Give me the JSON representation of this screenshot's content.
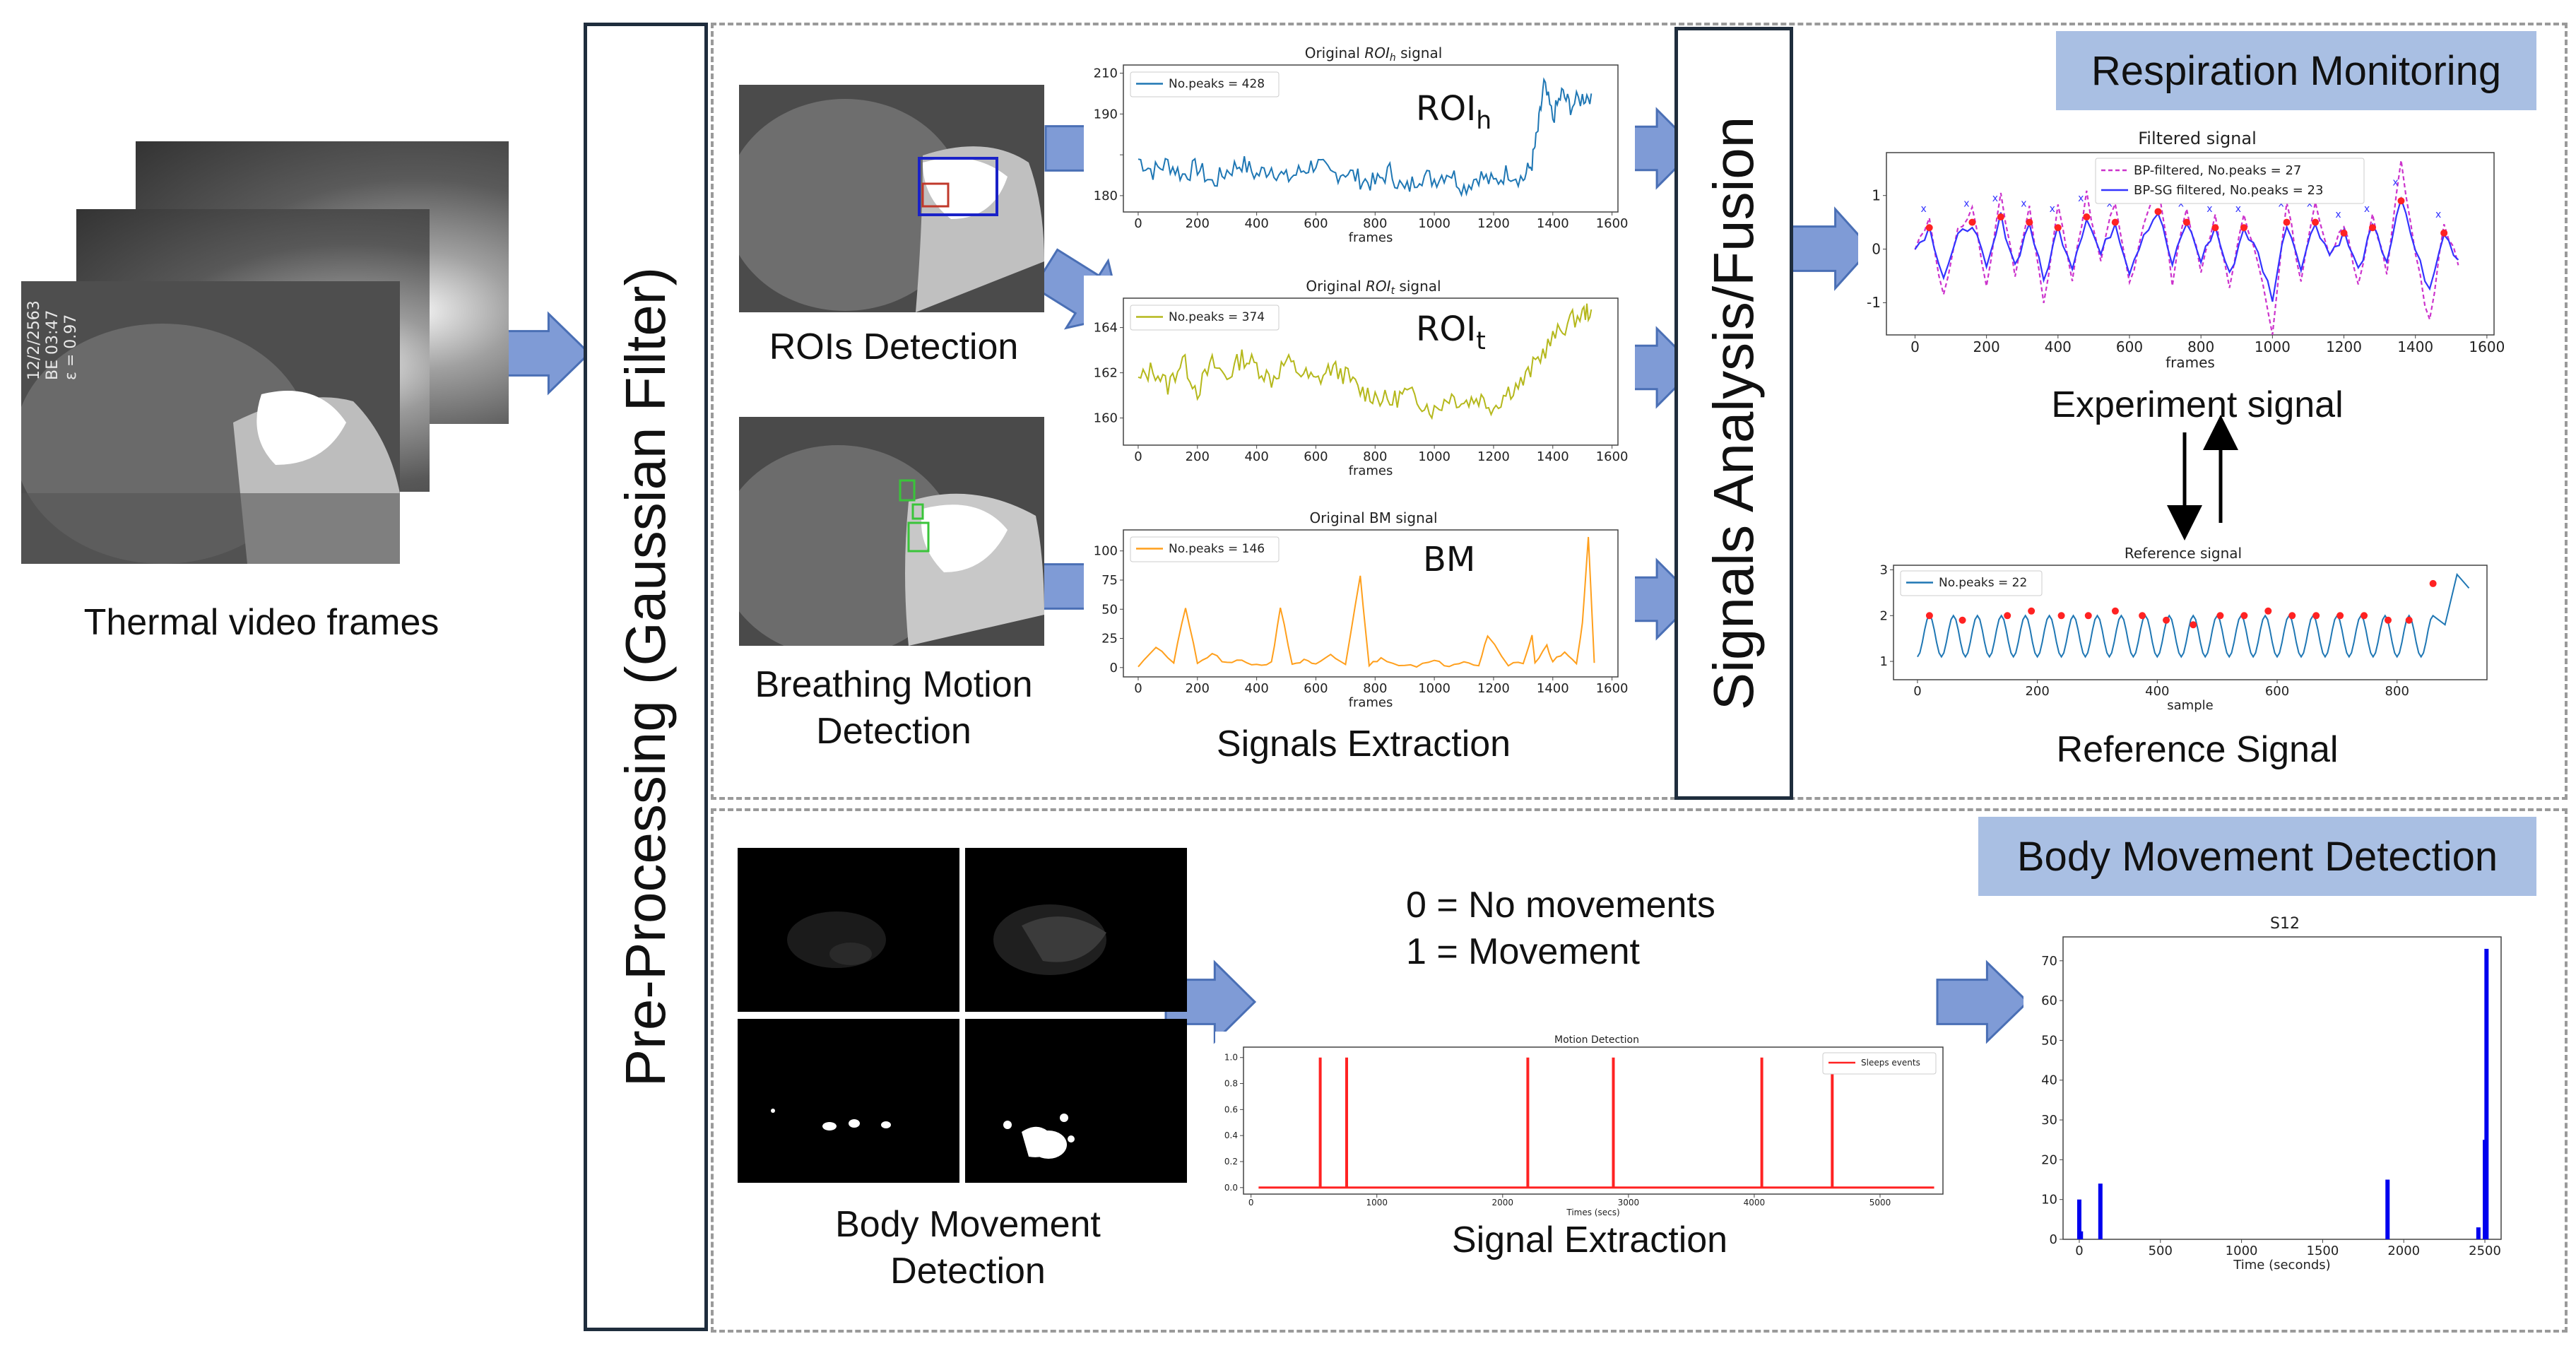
{
  "inputs": {
    "frames_label": "Thermal video frames",
    "stamp_lines": [
      "12/2/2563",
      "BE 03:47",
      "ε = 0.97"
    ]
  },
  "preprocessing": {
    "label": "Pre-Processing (Gaussian Filter)"
  },
  "fusion": {
    "label": "Signals Analysis/Fusion"
  },
  "respiration": {
    "banner": "Respiration Monitoring",
    "roi_detection_label": "ROIs Detection",
    "breathing_label_line1": "Breathing Motion",
    "breathing_label_line2": "Detection",
    "signals_extraction_label": "Signals Extraction",
    "experiment_label": "Experiment signal",
    "reference_label": "Reference Signal"
  },
  "body_movement": {
    "banner": "Body Movement Detection",
    "detection_label_line1": "Body Movement",
    "detection_label_line2": "Detection",
    "legend_line1": "0 = No movements",
    "legend_line2": "1 = Movement",
    "signal_extraction_label": "Signal Extraction"
  },
  "colors": {
    "arrow_fill": "#7f9bd6",
    "arrow_stroke": "#4a6fb5",
    "banner": "#a9bfe3",
    "roi_h_line": "#1f77b4",
    "roi_t_line": "#b5b81c",
    "bm_line": "#ff9f1c",
    "bp_filtered": "#cc33cc",
    "bp_sg": "#3333ff",
    "peak_marker": "#ff2222",
    "motion_line": "#ff2222",
    "s12_bar": "#0000ee"
  },
  "chart_data": [
    {
      "id": "roi_h",
      "type": "line",
      "title": "Original ROIh signal",
      "title_prefix": "Original ",
      "title_main": "ROI",
      "title_sub": "h",
      "title_suffix": " signal",
      "overlay_label_main": "ROI",
      "overlay_label_sub": "h",
      "legend": "No.peaks = 428",
      "xlabel": "frames",
      "xticks": [
        0,
        200,
        400,
        600,
        800,
        1000,
        1200,
        1400,
        1600
      ],
      "yticks": [
        180,
        190,
        200,
        210
      ],
      "ytick_labels": [
        "180",
        "",
        "190",
        "210"
      ],
      "xlim": [
        -50,
        1620
      ],
      "ylim": [
        176,
        212
      ],
      "x": [
        0,
        50,
        100,
        150,
        200,
        250,
        300,
        350,
        400,
        450,
        500,
        550,
        600,
        650,
        700,
        750,
        800,
        850,
        900,
        950,
        1000,
        1050,
        1100,
        1150,
        1200,
        1250,
        1300,
        1330,
        1350,
        1370,
        1400,
        1430,
        1460,
        1500,
        1530
      ],
      "y": [
        189,
        186,
        188,
        185,
        187,
        183,
        186,
        188,
        185,
        187,
        184,
        186,
        188,
        185,
        186,
        184,
        183,
        186,
        181,
        185,
        184,
        186,
        182,
        185,
        183,
        186,
        184,
        188,
        196,
        207,
        199,
        205,
        202,
        204,
        205
      ]
    },
    {
      "id": "roi_t",
      "type": "line",
      "title": "Original ROIt signal",
      "title_prefix": "Original ",
      "title_main": "ROI",
      "title_sub": "t",
      "title_suffix": " signal",
      "overlay_label_main": "ROI",
      "overlay_label_sub": "t",
      "legend": "No.peaks = 374",
      "xlabel": "frames",
      "xticks": [
        0,
        200,
        400,
        600,
        800,
        1000,
        1200,
        1400,
        1600
      ],
      "yticks": [
        160,
        162,
        164
      ],
      "xlim": [
        -50,
        1620
      ],
      "ylim": [
        158.8,
        165.3
      ],
      "x": [
        0,
        50,
        100,
        150,
        200,
        250,
        300,
        350,
        400,
        450,
        500,
        550,
        600,
        650,
        700,
        750,
        800,
        850,
        900,
        950,
        1000,
        1050,
        1100,
        1150,
        1200,
        1250,
        1300,
        1350,
        1400,
        1450,
        1500,
        1530
      ],
      "y": [
        161.6,
        162.2,
        161.4,
        162.6,
        161.2,
        162.4,
        161.8,
        162.7,
        162.3,
        161.7,
        162.5,
        162.0,
        161.6,
        162.2,
        161.9,
        161.2,
        161.0,
        160.7,
        161.1,
        160.8,
        160.3,
        161.0,
        160.7,
        160.9,
        160.5,
        161.2,
        161.6,
        162.6,
        163.5,
        164.2,
        164.6,
        164.8
      ]
    },
    {
      "id": "bm",
      "type": "line",
      "title": "Original BM signal",
      "overlay_label": "BM",
      "legend": "No.peaks = 146",
      "xlabel": "frames",
      "xticks": [
        0,
        200,
        400,
        600,
        800,
        1000,
        1200,
        1400,
        1600
      ],
      "yticks": [
        0,
        25,
        50,
        75,
        100
      ],
      "xlim": [
        -50,
        1620
      ],
      "ylim": [
        -8,
        118
      ],
      "x": [
        0,
        60,
        120,
        160,
        200,
        250,
        300,
        350,
        400,
        450,
        480,
        520,
        560,
        600,
        650,
        700,
        750,
        780,
        820,
        880,
        940,
        1000,
        1050,
        1100,
        1150,
        1180,
        1250,
        1300,
        1330,
        1340,
        1380,
        1400,
        1440,
        1480,
        1500,
        1520,
        1540
      ],
      "y": [
        2,
        18,
        4,
        52,
        3,
        12,
        3,
        6,
        2,
        4,
        52,
        3,
        6,
        2,
        10,
        3,
        78,
        2,
        8,
        3,
        2,
        5,
        2,
        6,
        2,
        28,
        3,
        4,
        28,
        3,
        18,
        6,
        12,
        3,
        38,
        112,
        4
      ]
    },
    {
      "id": "filtered",
      "type": "line",
      "title": "Filtered signal",
      "xlabel": "frames",
      "xticks": [
        0,
        200,
        400,
        600,
        800,
        1000,
        1200,
        1400,
        1600
      ],
      "yticks": [
        -1,
        0,
        1
      ],
      "xlim": [
        -80,
        1620
      ],
      "ylim": [
        -1.6,
        1.8
      ],
      "series": [
        {
          "name": "BP-filtered, No.peaks = 27",
          "style": "dashed",
          "x": [
            0,
            40,
            80,
            120,
            160,
            200,
            240,
            280,
            320,
            360,
            400,
            440,
            480,
            520,
            560,
            600,
            640,
            680,
            720,
            760,
            800,
            840,
            880,
            920,
            960,
            1000,
            1040,
            1080,
            1120,
            1160,
            1200,
            1240,
            1280,
            1320,
            1360,
            1400,
            1440,
            1480,
            1520
          ],
          "y": [
            0,
            0.6,
            -0.9,
            0.3,
            0.8,
            -0.7,
            1.0,
            -0.5,
            0.9,
            -1.1,
            0.8,
            -0.6,
            1.0,
            -0.2,
            0.9,
            -0.7,
            0.4,
            1.2,
            -0.6,
            0.8,
            -0.4,
            0.6,
            -0.8,
            0.7,
            -0.2,
            -1.5,
            0.9,
            -0.6,
            0.8,
            -0.2,
            0.5,
            -0.7,
            0.7,
            -0.4,
            1.6,
            -0.1,
            -1.4,
            0.5,
            -0.3
          ]
        },
        {
          "name": "BP-SG filtered, No.peaks = 23",
          "style": "solid",
          "x": [
            0,
            40,
            80,
            120,
            160,
            200,
            240,
            280,
            320,
            360,
            400,
            440,
            480,
            520,
            560,
            600,
            640,
            680,
            720,
            760,
            800,
            840,
            880,
            920,
            960,
            1000,
            1040,
            1080,
            1120,
            1160,
            1200,
            1240,
            1280,
            1320,
            1360,
            1400,
            1440,
            1480,
            1520
          ],
          "y": [
            0,
            0.4,
            -0.5,
            0.2,
            0.5,
            -0.4,
            0.6,
            -0.3,
            0.5,
            -0.6,
            0.4,
            -0.3,
            0.6,
            -0.1,
            0.5,
            -0.4,
            0.3,
            0.7,
            -0.3,
            0.5,
            -0.2,
            0.4,
            -0.5,
            0.4,
            -0.1,
            -0.9,
            0.5,
            -0.3,
            0.5,
            -0.1,
            0.3,
            -0.4,
            0.4,
            -0.2,
            0.9,
            0,
            -0.8,
            0.3,
            -0.2
          ]
        }
      ],
      "peak_x": [
        40,
        160,
        240,
        320,
        400,
        480,
        560,
        680,
        760,
        840,
        920,
        1040,
        1120,
        1200,
        1280,
        1360,
        1480
      ]
    },
    {
      "id": "reference",
      "type": "line",
      "title": "Reference signal",
      "legend": "No.peaks = 22",
      "xlabel": "sample",
      "xticks": [
        0,
        200,
        400,
        600,
        800
      ],
      "yticks": [
        1,
        2,
        3
      ],
      "xlim": [
        -40,
        950
      ],
      "ylim": [
        0.6,
        3.1
      ],
      "period": 40,
      "y_low": 1.1,
      "y_high": 2.0,
      "peak_x": [
        20,
        75,
        150,
        190,
        240,
        285,
        330,
        375,
        415,
        460,
        505,
        545,
        585,
        625,
        665,
        705,
        745,
        785,
        820,
        860
      ],
      "peak_y": [
        2.0,
        1.9,
        2.0,
        2.1,
        2.0,
        2.0,
        2.1,
        2.0,
        1.9,
        1.8,
        2.0,
        2.0,
        2.1,
        2.0,
        2.0,
        2.0,
        2.0,
        1.9,
        1.9,
        2.7
      ],
      "tail_x": [
        880,
        900,
        920
      ],
      "tail_y": [
        1.8,
        2.9,
        2.6
      ]
    },
    {
      "id": "motion",
      "type": "line",
      "title": "Motion Detection",
      "legend": "Sleeps events",
      "xlabel": "Times (secs)",
      "xticks": [
        0,
        1000,
        2000,
        3000,
        4000,
        5000
      ],
      "yticks": [
        0.0,
        0.2,
        0.4,
        0.6,
        0.8,
        1.0
      ],
      "ytick_labels": [
        "0.0",
        "0.2",
        "0.4",
        "0.6",
        "0.8",
        "1.0"
      ],
      "xlim": [
        -60,
        5500
      ],
      "ylim": [
        -0.05,
        1.08
      ],
      "event_x": [
        550,
        760,
        2200,
        2880,
        4060,
        4620
      ]
    },
    {
      "id": "s12",
      "type": "bar",
      "title": "S12",
      "xlabel": "Time (seconds)",
      "xticks": [
        0,
        500,
        1000,
        1500,
        2000,
        2500
      ],
      "yticks": [
        0,
        10,
        20,
        30,
        40,
        50,
        60,
        70
      ],
      "xlim": [
        -100,
        2600
      ],
      "ylim": [
        0,
        76
      ],
      "x": [
        0,
        10,
        130,
        1900,
        2460,
        2500,
        2510
      ],
      "values": [
        10,
        2,
        14,
        15,
        3,
        25,
        73
      ]
    }
  ]
}
